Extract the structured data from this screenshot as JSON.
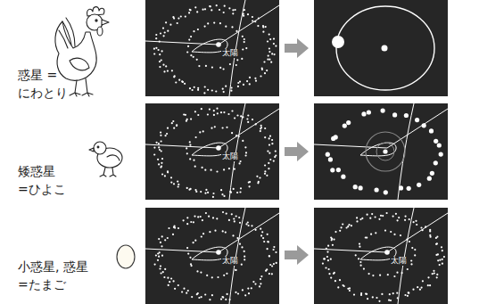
{
  "diagram": {
    "nodes": [
      {
        "text": [
          "太陽"
        ]
      },
      {
        "text": [
          "太陽"
        ]
      },
      {
        "text": [
          "太陽"
        ]
      },
      {
        "text": [
          "太陽"
        ]
      }
    ],
    "edges": [
      {
        "from": 2,
        "to": 3,
        "arrow": "to"
      }
    ],
    "labels": [
      "惑星 =にわとり",
      "矮惑星 =ひよこ",
      "小惑星, 惑星 =たまご"
    ]
  }
}
